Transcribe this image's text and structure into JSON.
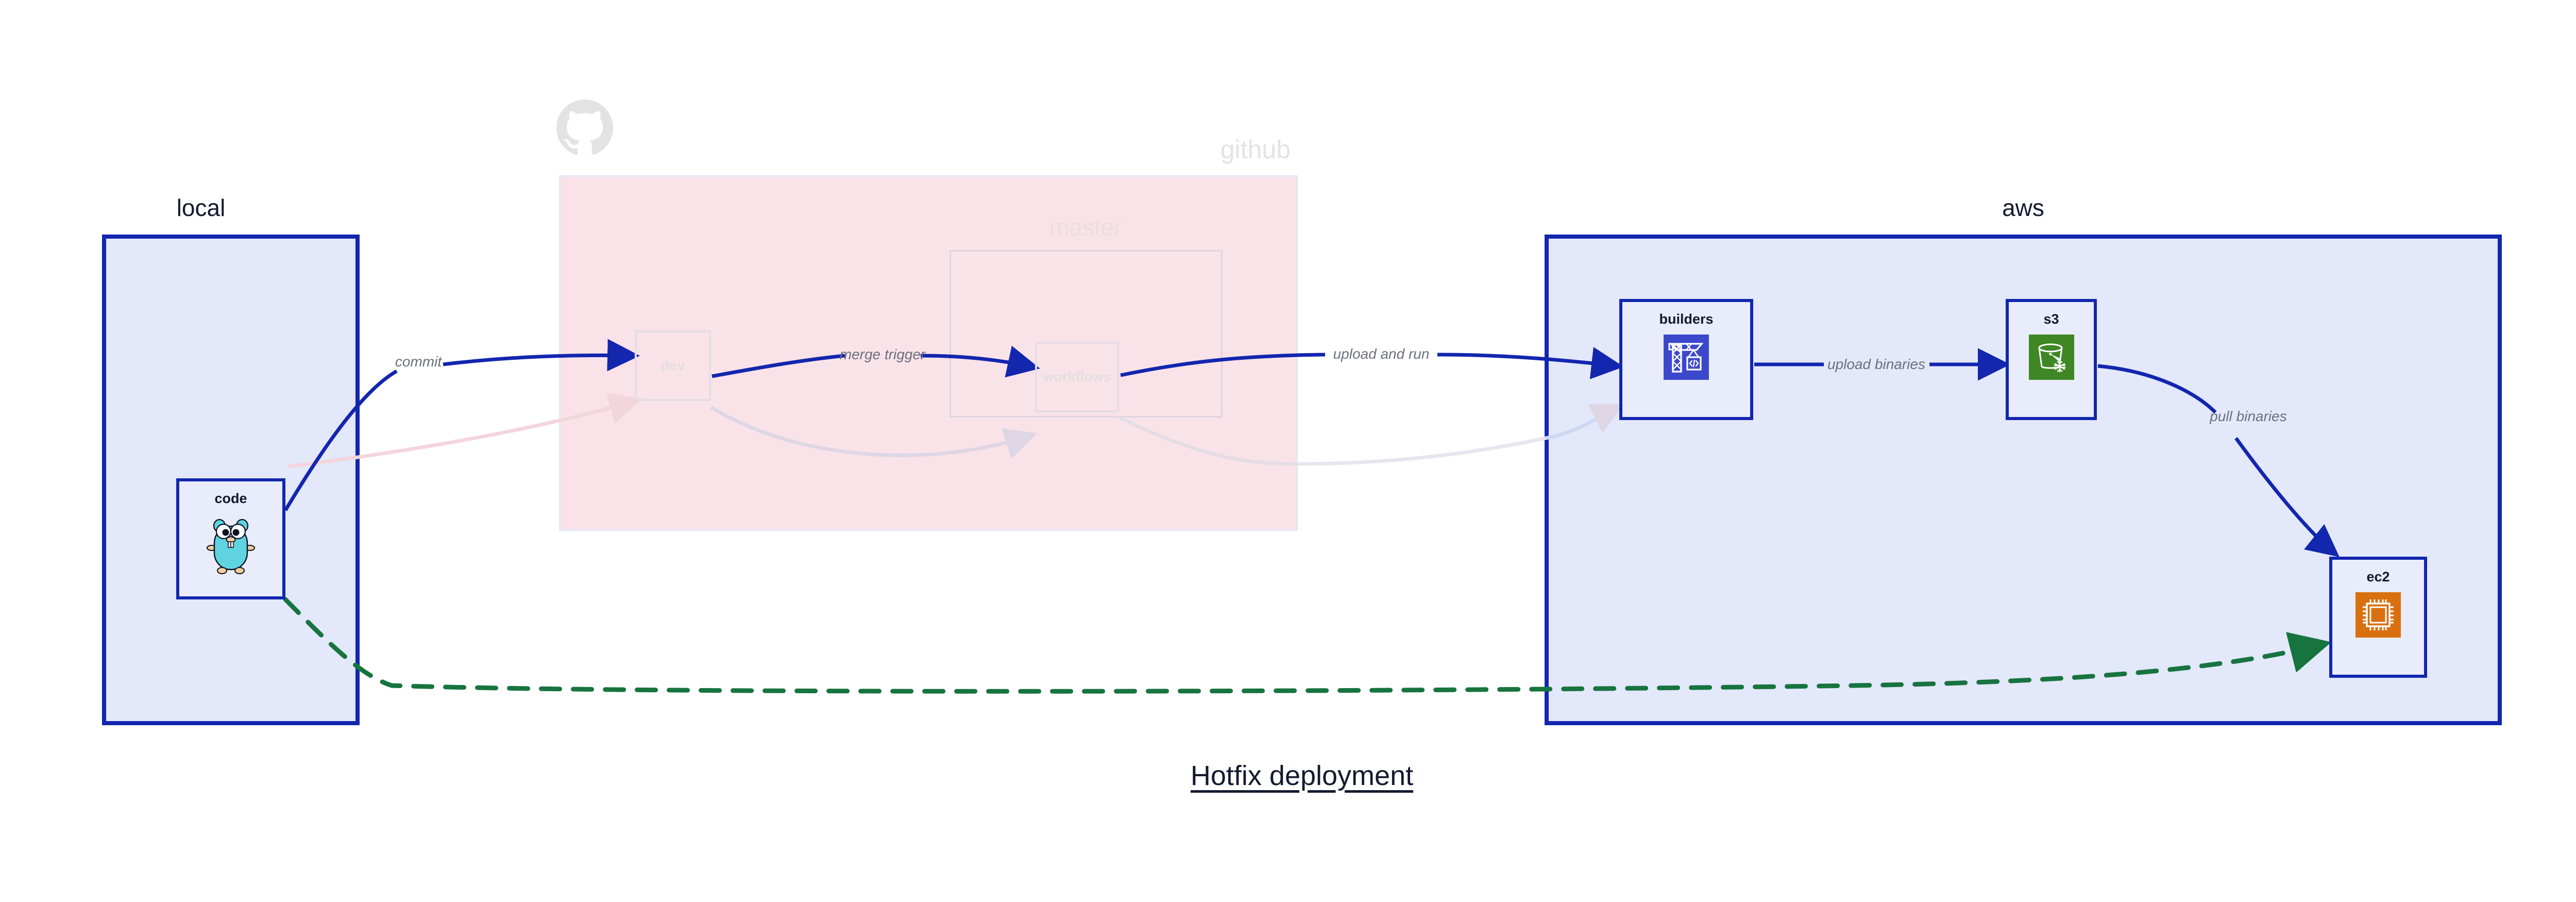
{
  "caption": "Hotfix deployment",
  "groups": [
    {
      "id": "local",
      "label": "local",
      "accent": "#1226ae",
      "fill": "#e3e8fb"
    },
    {
      "id": "github",
      "label": "github",
      "accent": "#e2e7f7",
      "fill": "#f9e3e9"
    },
    {
      "id": "aws",
      "label": "aws",
      "accent": "#1226ae",
      "fill": "#e3e8fb"
    }
  ],
  "subgroups": [
    {
      "id": "master",
      "label": "master",
      "parent": "github",
      "faded": true
    }
  ],
  "nodes": [
    {
      "id": "code",
      "label": "code",
      "icon": "go-gopher-icon",
      "group": "local",
      "faded": false
    },
    {
      "id": "dev",
      "label": "dev",
      "icon": null,
      "group": "github",
      "faded": true
    },
    {
      "id": "workflows",
      "label": "workflows",
      "icon": null,
      "group": "github",
      "faded": true
    },
    {
      "id": "builders",
      "label": "builders",
      "icon": "aws-builder-icon",
      "group": "aws",
      "faded": false,
      "icon_color": "#3b48cc"
    },
    {
      "id": "s3",
      "label": "s3",
      "icon": "aws-s3-icon",
      "group": "aws",
      "faded": false,
      "icon_color": "#3f8624"
    },
    {
      "id": "ec2",
      "label": "ec2",
      "icon": "aws-ec2-icon",
      "group": "aws",
      "faded": false,
      "icon_color": "#d9700f"
    }
  ],
  "edges": [
    {
      "id": "commit",
      "from": "code",
      "to": "dev",
      "label": "commit",
      "color": "#1226ae",
      "style": "solid"
    },
    {
      "id": "merge-trigger",
      "from": "dev",
      "to": "workflows",
      "label": "merge trigger",
      "color": "#1226ae",
      "style": "solid"
    },
    {
      "id": "upload-and-run",
      "from": "workflows",
      "to": "builders",
      "label": "upload and run",
      "color": "#1226ae",
      "style": "solid"
    },
    {
      "id": "upload-binaries",
      "from": "builders",
      "to": "s3",
      "label": "upload binaries",
      "color": "#1226ae",
      "style": "solid"
    },
    {
      "id": "pull-binaries",
      "from": "s3",
      "to": "ec2",
      "label": "pull binaries",
      "color": "#1226ae",
      "style": "solid"
    },
    {
      "id": "hotfix-direct",
      "from": "code",
      "to": "ec2",
      "label": "",
      "color": "#17743f",
      "style": "dashed"
    }
  ],
  "colors": {
    "primary_blue": "#1226ae",
    "group_fill_blue": "#e3e8fb",
    "group_fill_pink": "#f9e3e9",
    "node_fill": "#e9edfb",
    "label_grey": "#6b707e",
    "ghost_grey": "#e3dde1",
    "green_dashed": "#17743f",
    "text_dark": "#141A2E",
    "gopher_body": "#5fd3df",
    "builders_icon": "#3b48cc",
    "s3_icon": "#3f8624",
    "ec2_icon": "#d9700f",
    "octocat_grey": "#e3e3e3"
  }
}
